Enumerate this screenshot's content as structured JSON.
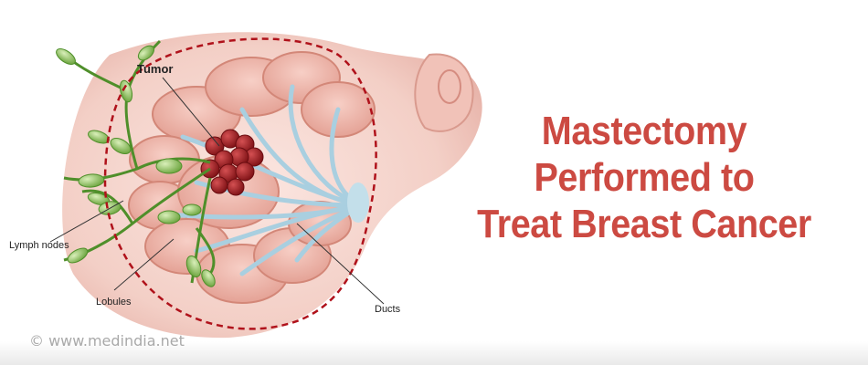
{
  "title": {
    "lines": [
      "Mastectomy",
      "Performed to",
      "Treat Breast Cancer"
    ]
  },
  "labels": {
    "tumor": "Tumor",
    "lymph_nodes": "Lymph nodes",
    "lobules": "Lobules",
    "ducts": "Ducts"
  },
  "watermark": "© www.medindia.net",
  "colors": {
    "title": "#cc4a42",
    "dashed_outline": "#b0121b",
    "skin": "#f6d7cf",
    "lobule": "#eeb2a6",
    "duct": "#a9cfe0",
    "tumor": "#9b1d20",
    "lymph": "#7fb450"
  }
}
